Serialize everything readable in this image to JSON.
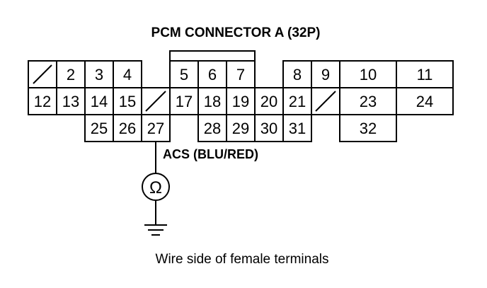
{
  "title": "PCM CONNECTOR A (32P)",
  "wire_label": "ACS (BLU/RED)",
  "meter_symbol": "Ω",
  "caption": "Wire side of female terminals",
  "rows": [
    [
      "",
      "2",
      "3",
      "4",
      "",
      "5",
      "6",
      "7",
      "",
      "8",
      "9",
      "10",
      "11"
    ],
    [
      "12",
      "13",
      "14",
      "15",
      "",
      "17",
      "18",
      "19",
      "20",
      "21",
      "",
      "23",
      "24"
    ],
    [
      "",
      "25",
      "26",
      "27",
      "",
      "28",
      "29",
      "30",
      "31",
      "",
      "32"
    ]
  ]
}
